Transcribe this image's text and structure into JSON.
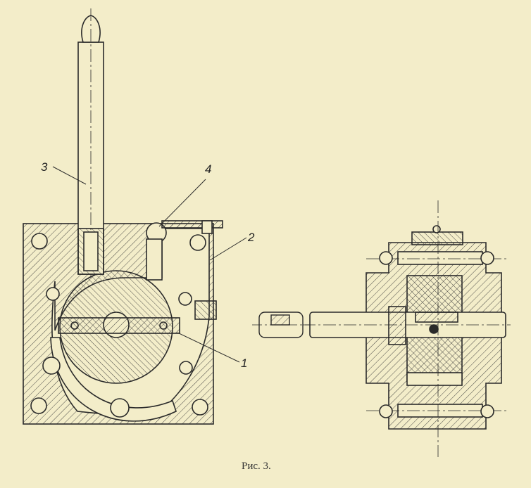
{
  "figure": {
    "caption": "Рис. 3.",
    "part_labels": [
      {
        "id": "3"
      },
      {
        "id": "4"
      },
      {
        "id": "2"
      },
      {
        "id": "1"
      }
    ]
  },
  "colors": {
    "paper": "#f3edc9",
    "ink": "#2a2a2a"
  }
}
